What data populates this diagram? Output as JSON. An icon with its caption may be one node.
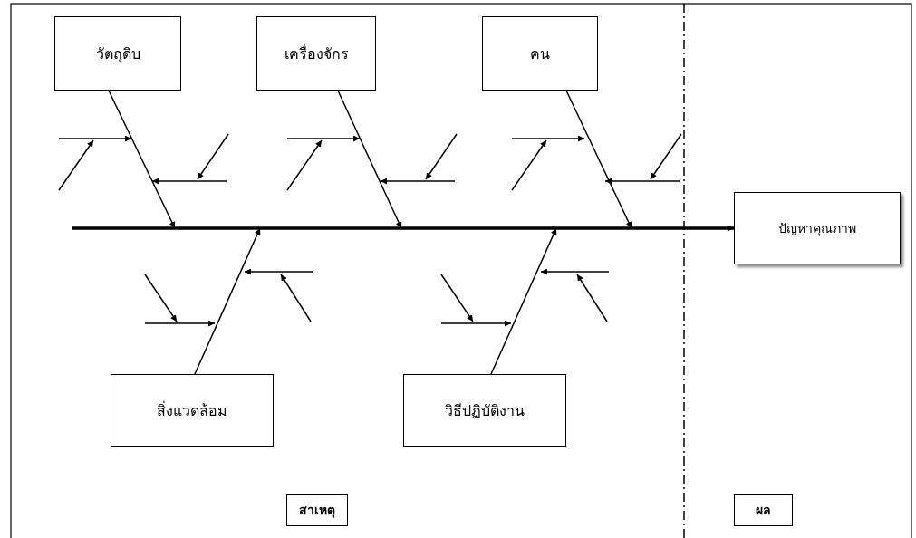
{
  "diagram": {
    "nodes": [
      {
        "text": [
          "วัตถุดิบ"
        ]
      },
      {
        "text": [
          "เครื่องจักร"
        ]
      },
      {
        "text": [
          "คน"
        ]
      },
      {
        "text": [
          "ปัญหาคุณภาพ"
        ]
      },
      {
        "text": [
          "สิ่งแวดล้อม"
        ]
      },
      {
        "text": [
          "วิธีปฏิบัติงาน"
        ]
      },
      {
        "text": [
          "สาเหตุ"
        ]
      },
      {
        "text": [
          "ผล"
        ]
      }
    ],
    "edges": [
      {
        "from": 0,
        "to": null,
        "arrow": "to"
      },
      {
        "from": 1,
        "to": null,
        "arrow": "to"
      },
      {
        "from": 2,
        "to": null,
        "arrow": "to"
      },
      {
        "from": null,
        "to": 3,
        "arrow": "to",
        "style": "thick"
      },
      {
        "from": 4,
        "to": null,
        "arrow": "to"
      },
      {
        "from": 5,
        "to": null,
        "arrow": "to"
      }
    ]
  }
}
